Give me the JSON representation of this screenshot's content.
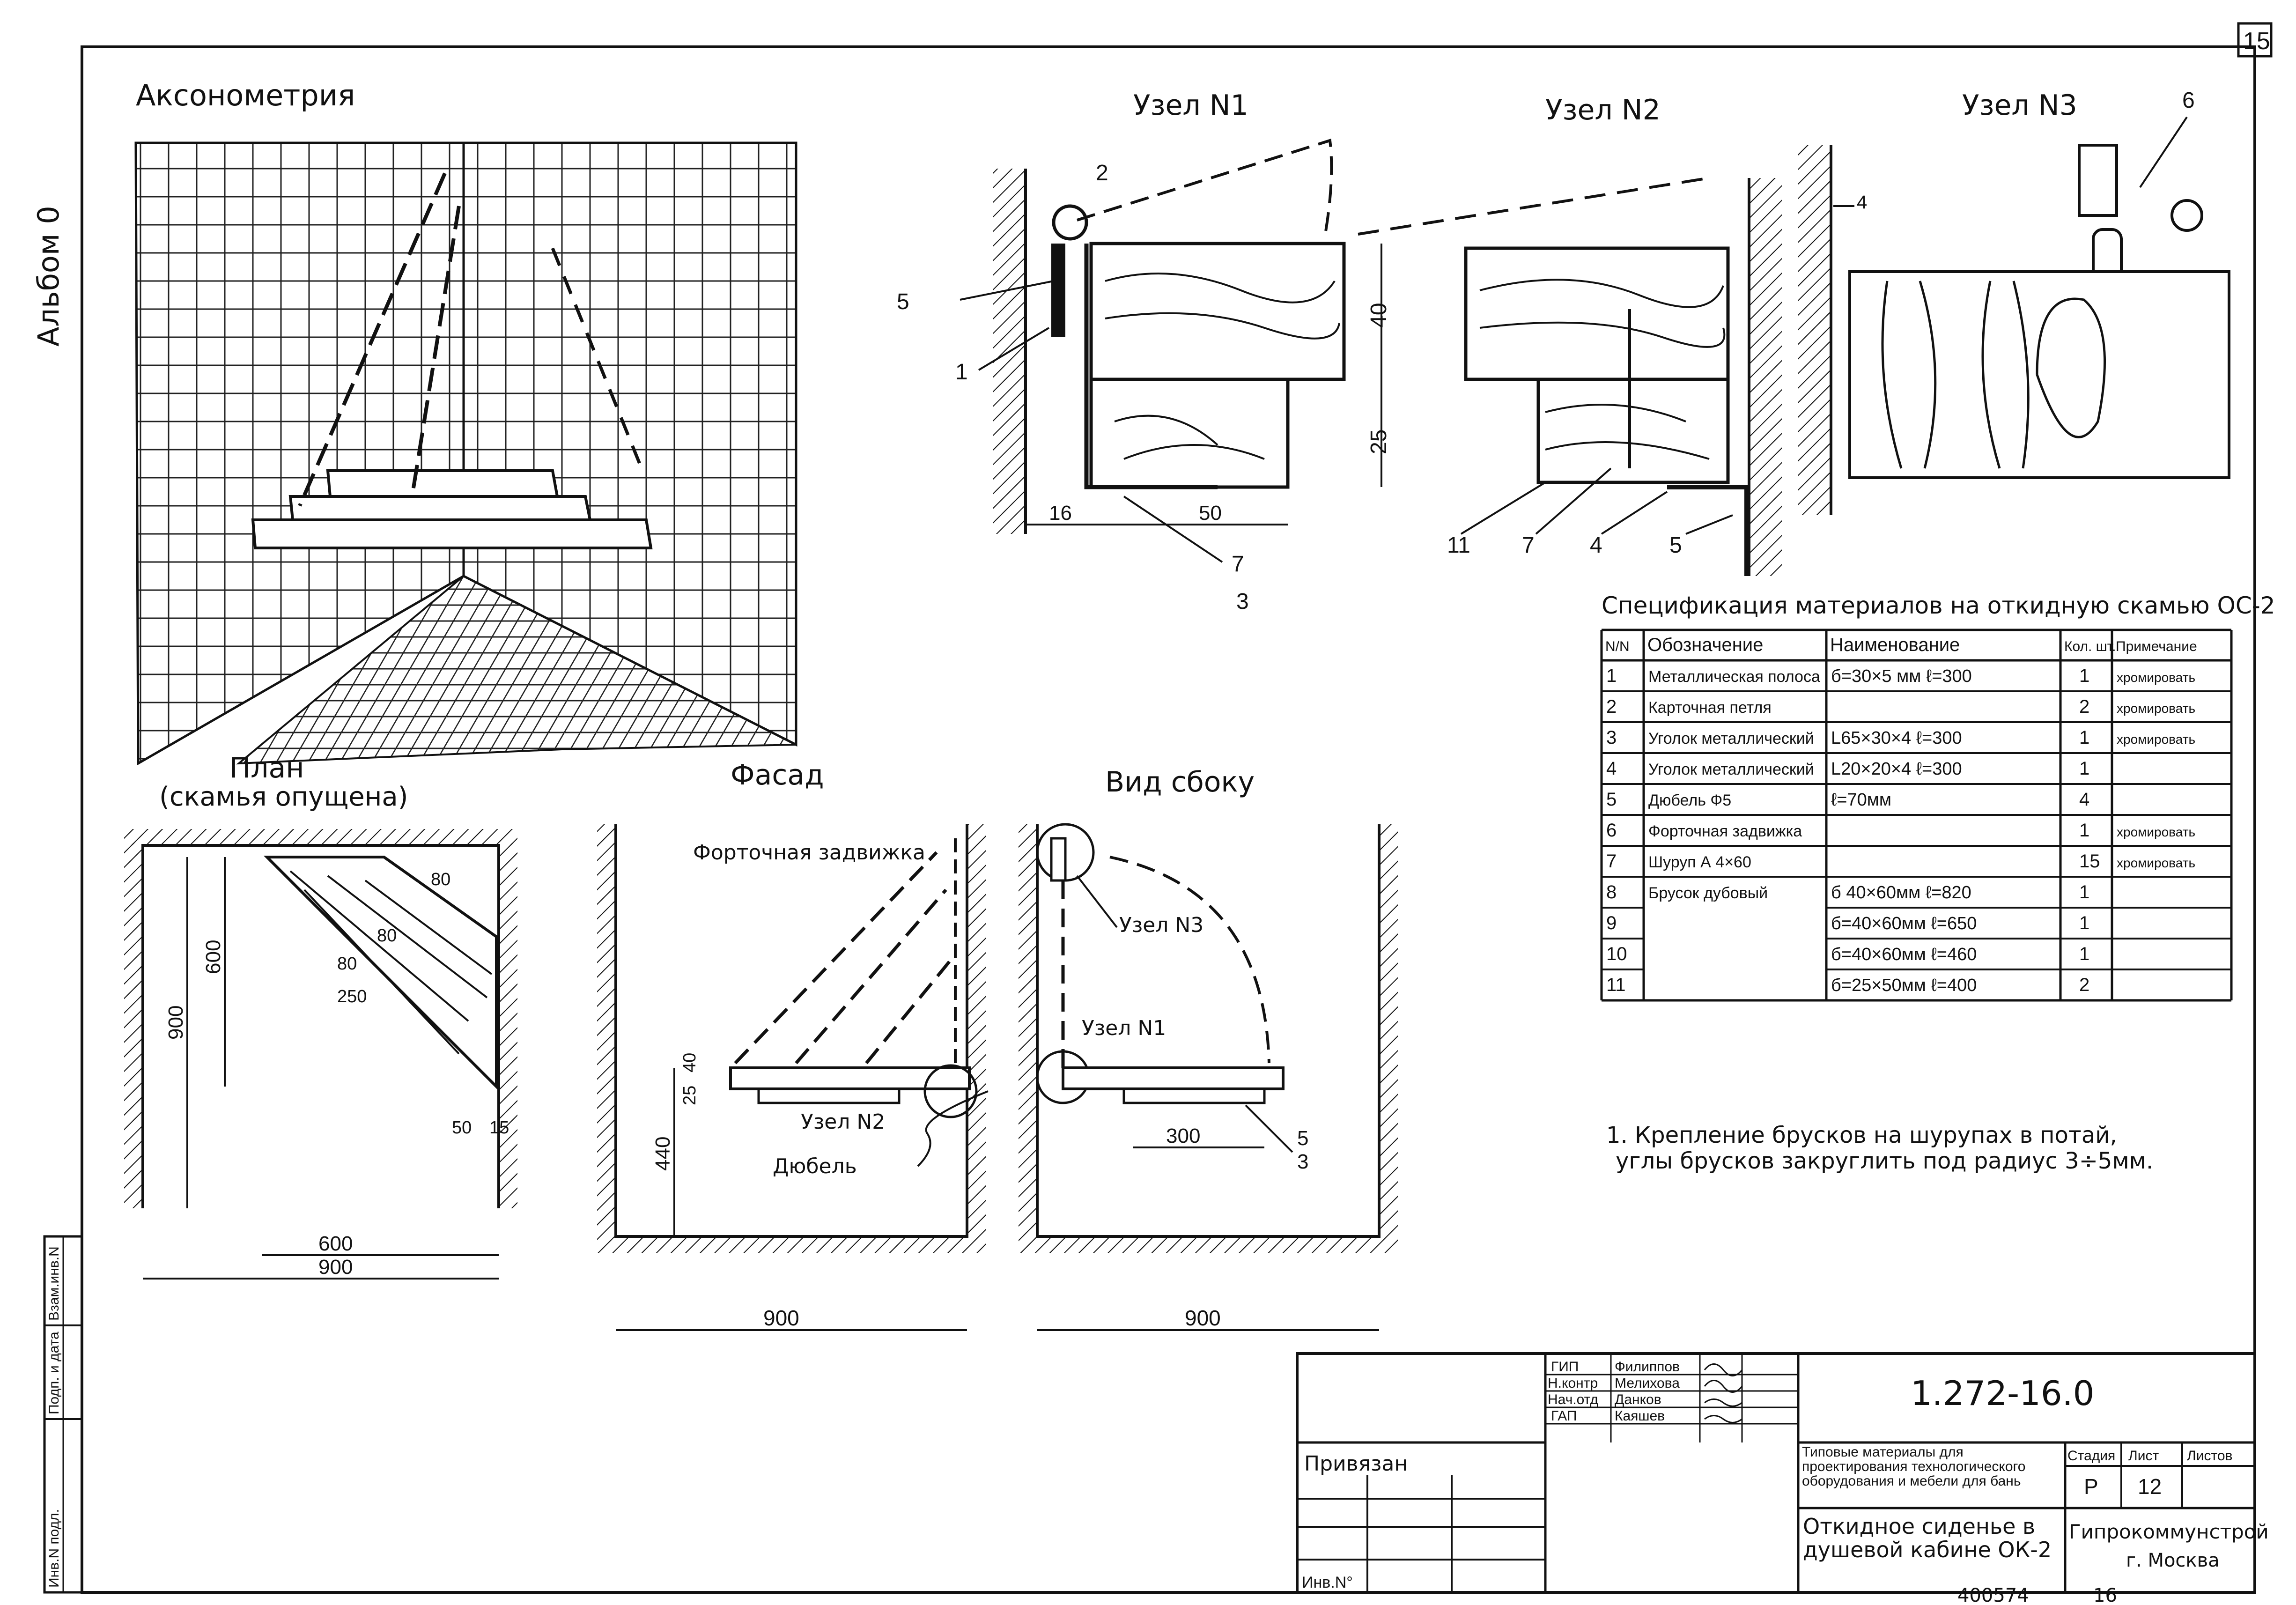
{
  "sheet_number": "15",
  "album_label": "Альбом 0",
  "titles": {
    "axonometry": "Аксонометрия",
    "node1": "Узел N1",
    "node2": "Узел N2",
    "node3": "Узел N3",
    "plan_line1": "План",
    "plan_line2": "(скамья опущена)",
    "facade": "Фасад",
    "side_view": "Вид сбоку"
  },
  "node1": {
    "callouts": [
      "1",
      "2",
      "3",
      "5",
      "7"
    ],
    "dims": {
      "height_top": "40",
      "height_bottom": "25",
      "width_left": "16",
      "width_right": "50"
    }
  },
  "node2": {
    "callouts": [
      "11",
      "7",
      "4",
      "5"
    ]
  },
  "node3": {
    "callouts": [
      "6"
    ],
    "dim": "4"
  },
  "plan": {
    "dims": {
      "d900": "900",
      "d600": "600",
      "d80a": "80",
      "d80b": "80",
      "d80c": "80",
      "d250": "250",
      "d50": "50",
      "d15": "15",
      "bottom_600": "600",
      "bottom_900": "900"
    }
  },
  "facade": {
    "latch_label": "Форточная задвижка",
    "node2_label": "Узел N2",
    "dowel_label": "Дюбель",
    "dims": {
      "d40": "40",
      "d25": "25",
      "d440": "440",
      "width": "900"
    }
  },
  "side": {
    "node3_label": "Узел N3",
    "node1_label": "Узел N1",
    "dim300": "300",
    "callout5": "5",
    "callout3": "3",
    "width": "900"
  },
  "spec": {
    "title": "Спецификация материалов на откидную скамью ОС-2",
    "headers": [
      "N/N",
      "Обозначение",
      "Наименование",
      "Кол. шт.",
      "Примечание"
    ],
    "rows": [
      [
        "1",
        "Металлическая полоса",
        "б=30×5 мм  ℓ=300",
        "1",
        "хромировать"
      ],
      [
        "2",
        "Карточная петля",
        "",
        "2",
        "хромировать"
      ],
      [
        "3",
        "Уголок металлический",
        "L65×30×4  ℓ=300",
        "1",
        "хромировать"
      ],
      [
        "4",
        "Уголок металлический",
        "L20×20×4  ℓ=300",
        "1",
        ""
      ],
      [
        "5",
        "Дюбель Ф5",
        "ℓ=70мм",
        "4",
        ""
      ],
      [
        "6",
        "Форточная задвижка",
        "",
        "1",
        "хромировать"
      ],
      [
        "7",
        "Шуруп А 4×60",
        "",
        "15",
        "хромировать"
      ],
      [
        "8",
        "Брусок дубовый",
        "б 40×60мм  ℓ=820",
        "1",
        ""
      ],
      [
        "9",
        "",
        "б=40×60мм  ℓ=650",
        "1",
        ""
      ],
      [
        "10",
        "",
        "б=40×60мм  ℓ=460",
        "1",
        ""
      ],
      [
        "11",
        "",
        "б=25×50мм  ℓ=400",
        "2",
        ""
      ]
    ]
  },
  "note_line1": "1. Крепление брусков на шурупах в потай,",
  "note_line2": "углы брусков закруглить под радиус 3÷5мм.",
  "stamp": {
    "staff": [
      {
        "role": "ГИП",
        "name": "Филиппов"
      },
      {
        "role": "Н.контр",
        "name": "Мелихова"
      },
      {
        "role": "Нач.отд",
        "name": "Данков"
      },
      {
        "role": "ГАП",
        "name": "Каяшев"
      }
    ],
    "code": "1.272-16.0",
    "description": "Типовые материалы для проектирования технологического оборудования и мебели для бань",
    "drawing_title_line1": "Откидное сиденье в",
    "drawing_title_line2": "душевой кабине ОК-2",
    "stage_header": "Стадия",
    "sheet_header": "Лист",
    "sheets_header": "Листов",
    "stage": "Р",
    "sheet": "12",
    "organization": "Гипрокоммунстрой",
    "city": "г. Москва",
    "tied_label": "Привязан",
    "inv_label": "Инв.N°",
    "left_strip": [
      "Инв.N подл.",
      "Подп. и дата",
      "Взам.инв.N"
    ]
  },
  "archive_number": "400574",
  "archive_sheet": "16"
}
